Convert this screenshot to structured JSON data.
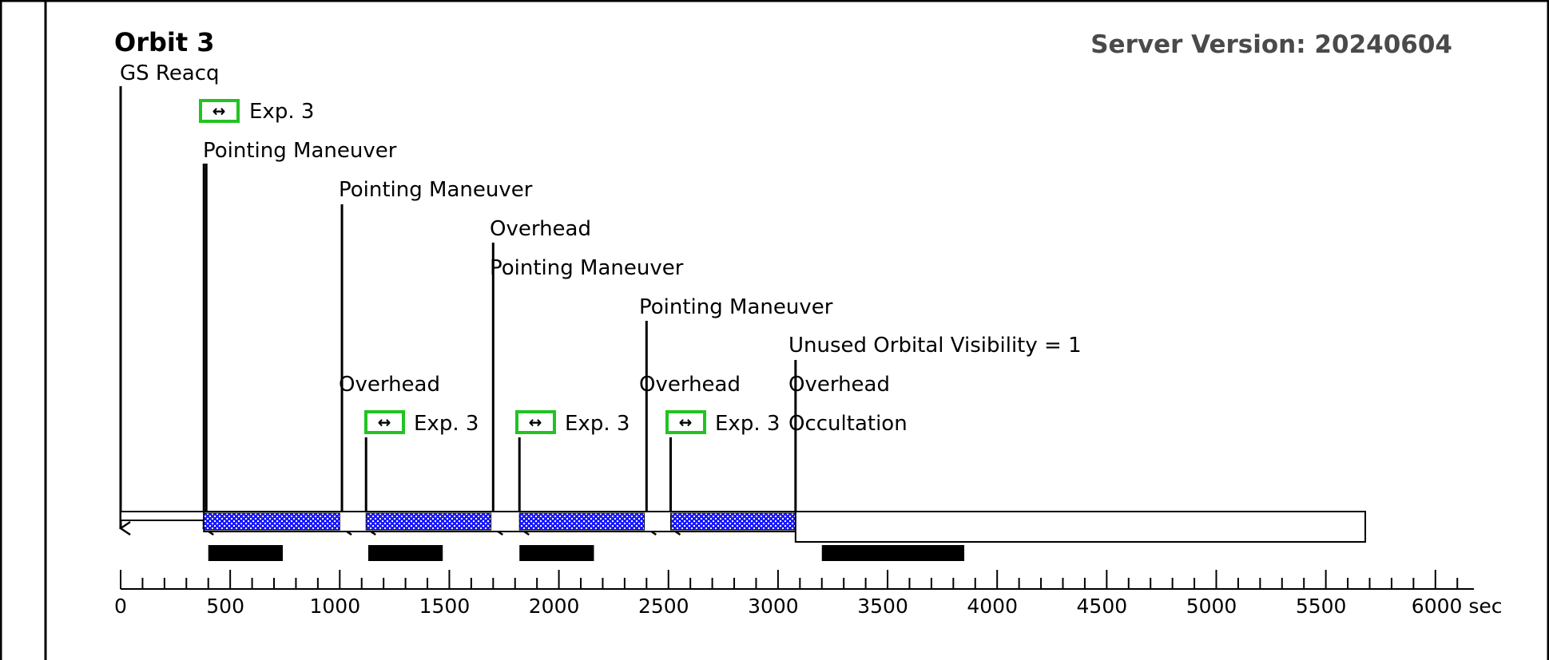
{
  "header": {
    "title": "Orbit 3",
    "server_version": "Server Version: 20240604"
  },
  "labels": {
    "gs_reacq": "GS Reacq",
    "exp1": "Exp. 3",
    "pm1": "Pointing Maneuver",
    "pm2": "Pointing Maneuver",
    "overhead1": "Overhead",
    "pm3": "Pointing Maneuver",
    "pm4": "Pointing Maneuver",
    "unused_vis": "Unused Orbital Visibility = 1",
    "overhead2": "Overhead",
    "overhead3": "Overhead",
    "overhead4": "Overhead",
    "exp2": "Exp. 3",
    "exp3": "Exp. 3",
    "exp4": "Exp. 3",
    "occultation": "Occultation"
  },
  "axis": {
    "min": 0,
    "max": 6000,
    "unit": "sec",
    "ticks": [
      "0",
      "500",
      "1000",
      "1500",
      "2000",
      "2500",
      "3000",
      "3500",
      "4000",
      "4500",
      "5000",
      "5500",
      "6000 sec"
    ]
  },
  "colors": {
    "exposure_box": "#22c322",
    "exposure_fill": "#1a1aff",
    "server_text": "#4a4a4a"
  },
  "timeline": {
    "markers": [
      0,
      380,
      1010,
      1120,
      1700,
      1820,
      2400,
      2510,
      3080
    ],
    "exposures": [
      {
        "start": 380,
        "end": 1000
      },
      {
        "start": 1120,
        "end": 1690
      },
      {
        "start": 1820,
        "end": 2390
      },
      {
        "start": 2510,
        "end": 3080
      }
    ],
    "occultation": {
      "start": 3080,
      "end": 5680
    },
    "black_bars": [
      {
        "start": 400,
        "end": 740
      },
      {
        "start": 1130,
        "end": 1470
      },
      {
        "start": 1820,
        "end": 2160
      },
      {
        "start": 3200,
        "end": 3850
      }
    ]
  }
}
